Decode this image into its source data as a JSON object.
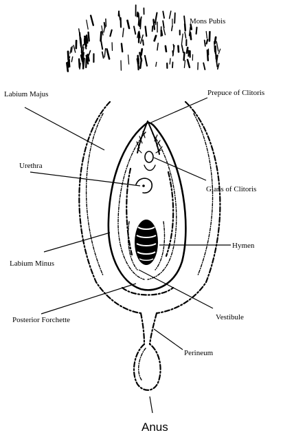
{
  "labels": {
    "mons_pubis": "Mons Pubis",
    "labium_majus": "Labium Majus",
    "prepuce_of_clitoris": "Prepuce of Clitoris",
    "urethra": "Urethra",
    "glans_of_clitoris": "Glans of Clitoris",
    "hymen": "Hymen",
    "labium_minus": "Labium Minus",
    "posterior_forchette": "Posterior Forchette",
    "vestibule": "Vestibule",
    "perineum": "Perineum",
    "anus": "Anus"
  }
}
